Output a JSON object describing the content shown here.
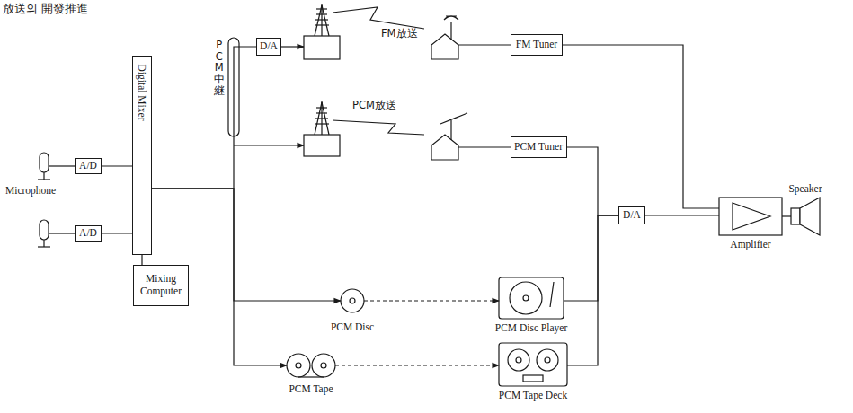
{
  "diagram": {
    "title": "放送의 開發推進",
    "nodes": [
      {
        "text": [
          "A/D"
        ]
      },
      {
        "text": [
          "A/D"
        ]
      },
      {
        "text": [
          "Digital Mixer"
        ]
      },
      {
        "text": [
          "Mixing Computer"
        ]
      },
      {
        "text": [
          "D/A"
        ]
      },
      {
        "text": [
          "FM Tuner"
        ]
      },
      {
        "text": [
          "PCM Tuner"
        ]
      },
      {
        "text": [
          "PCM Disc"
        ]
      },
      {
        "text": [
          "PCM Disc Player"
        ]
      },
      {
        "text": [
          "PCM Tape"
        ]
      },
      {
        "text": [
          "PCM Tape Deck"
        ]
      },
      {
        "text": [
          "D/A"
        ]
      },
      {
        "text": [
          "Amplifier"
        ]
      },
      {
        "text": [
          "Speaker"
        ]
      }
    ],
    "edges": [
      {
        "from": 0,
        "to": 2,
        "arrow": "none"
      },
      {
        "from": 1,
        "to": 2,
        "arrow": "none"
      },
      {
        "from": 2,
        "to": 3,
        "arrow": "none"
      },
      {
        "from": 2,
        "to": 4,
        "arrow": "none"
      },
      {
        "from": 2,
        "to": 7,
        "arrow": "to"
      },
      {
        "from": 2,
        "to": 9,
        "arrow": "to"
      },
      {
        "from": 7,
        "to": 8,
        "arrow": "to"
      },
      {
        "from": 9,
        "to": 10,
        "arrow": "to"
      },
      {
        "from": 6,
        "to": 11,
        "arrow": "none"
      },
      {
        "from": 8,
        "to": 11,
        "arrow": "none"
      },
      {
        "from": 10,
        "to": 11,
        "arrow": "none"
      },
      {
        "from": 5,
        "to": 12,
        "arrow": "none"
      },
      {
        "from": 11,
        "to": 12,
        "arrow": "none"
      },
      {
        "from": 12,
        "to": 13,
        "arrow": "none"
      }
    ],
    "labels": [
      "Microphone",
      "PCM中継",
      "FM放送",
      "PCM放送"
    ]
  }
}
